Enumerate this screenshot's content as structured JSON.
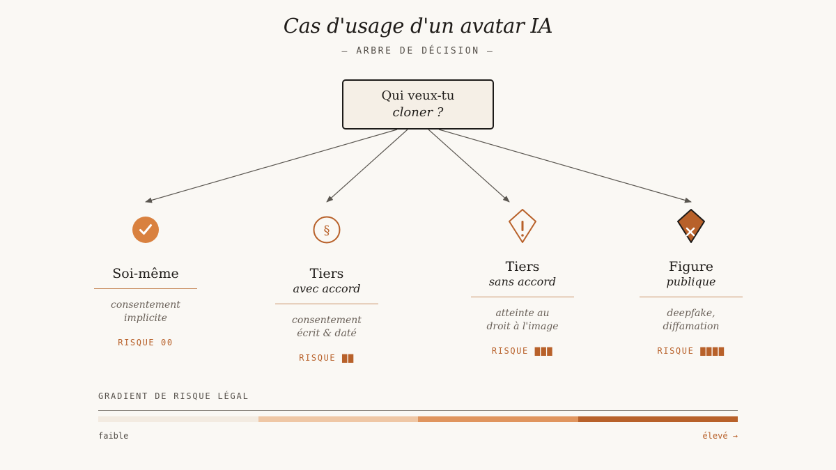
{
  "header": {
    "title": "Cas d'usage d'un avatar IA",
    "subtitle": "— ARBRE DE DÉCISION —"
  },
  "root": {
    "line1": "Qui veux-tu",
    "line2": "cloner ?"
  },
  "branches": [
    {
      "title": "Soi-même",
      "subtitle": "",
      "desc_line1": "consentement",
      "desc_line2": "implicite",
      "risk_label": "RISQUE 00",
      "risk_level": 0,
      "icon": "check-circle-icon"
    },
    {
      "title": "Tiers",
      "subtitle": "avec accord",
      "desc_line1": "consentement",
      "desc_line2": "écrit & daté",
      "risk_label": "RISQUE ▇▇",
      "risk_level": 2,
      "icon": "section-sign-icon"
    },
    {
      "title": "Tiers",
      "subtitle": "sans accord",
      "desc_line1": "atteinte au",
      "desc_line2": "droit à l'image",
      "risk_label": "RISQUE ▇▇▇",
      "risk_level": 3,
      "icon": "warning-icon"
    },
    {
      "title": "Figure",
      "subtitle": "publique",
      "desc_line1": "deepfake,",
      "desc_line2": "diffamation",
      "risk_label": "RISQUE ▇▇▇▇",
      "risk_level": 4,
      "icon": "forbidden-icon"
    }
  ],
  "gradient": {
    "label": "GRADIENT DE RISQUE LÉGAL",
    "low": "faible",
    "high": "élevé →",
    "colors": [
      "#f3ebe1",
      "#efc7a5",
      "#e0955e",
      "#b8612a"
    ]
  },
  "colors": {
    "accent": "#d9813f",
    "accent_dark": "#b8612a",
    "background": "#faf8f4",
    "ink": "#1c1a18"
  }
}
